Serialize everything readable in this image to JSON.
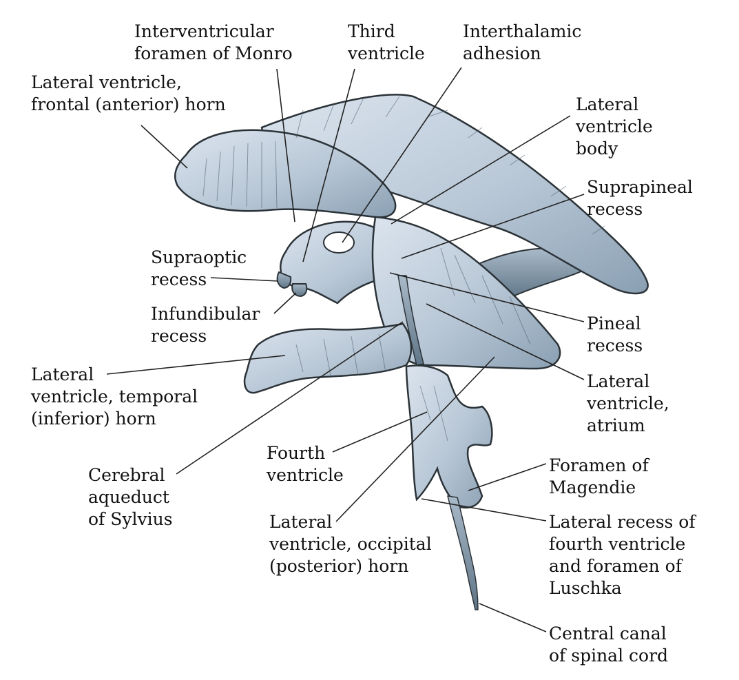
{
  "colors": {
    "ventricle_fill": "#b8c7d6",
    "ventricle_light": "#dbe4ee",
    "ventricle_dark": "#5f7587",
    "outline": "#2c3338",
    "leader": "#222222",
    "text": "#111111"
  },
  "labels": {
    "interventricular_foramen": [
      "Interventricular",
      "foramen of Monro"
    ],
    "third_ventricle": [
      "Third",
      "ventricle"
    ],
    "interthalamic_adhesion": [
      "Interthalamic",
      "adhesion"
    ],
    "frontal_horn": [
      "Lateral ventricle,",
      "frontal (anterior) horn"
    ],
    "lateral_ventricle_body": [
      "Lateral",
      "ventricle",
      "body"
    ],
    "suprapineal_recess": [
      "Suprapineal",
      "recess"
    ],
    "supraoptic_recess": [
      "Supraoptic",
      "recess"
    ],
    "infundibular_recess": [
      "Infundibular",
      "recess"
    ],
    "pineal_recess": [
      "Pineal",
      "recess"
    ],
    "temporal_horn": [
      "Lateral",
      "ventricle, temporal",
      "(inferior) horn"
    ],
    "atrium": [
      "Lateral",
      "ventricle,",
      "atrium"
    ],
    "fourth_ventricle": [
      "Fourth",
      "ventricle"
    ],
    "cerebral_aqueduct": [
      "Cerebral",
      "aqueduct",
      "of Sylvius"
    ],
    "foramen_magendie": [
      "Foramen of",
      "Magendie"
    ],
    "occipital_horn": [
      "Lateral",
      "ventricle, occipital",
      "(posterior) horn"
    ],
    "lateral_recess_luschka": [
      "Lateral recess of",
      "fourth ventricle",
      "and foramen of",
      "Luschka"
    ],
    "central_canal": [
      "Central canal",
      "of spinal cord"
    ]
  }
}
